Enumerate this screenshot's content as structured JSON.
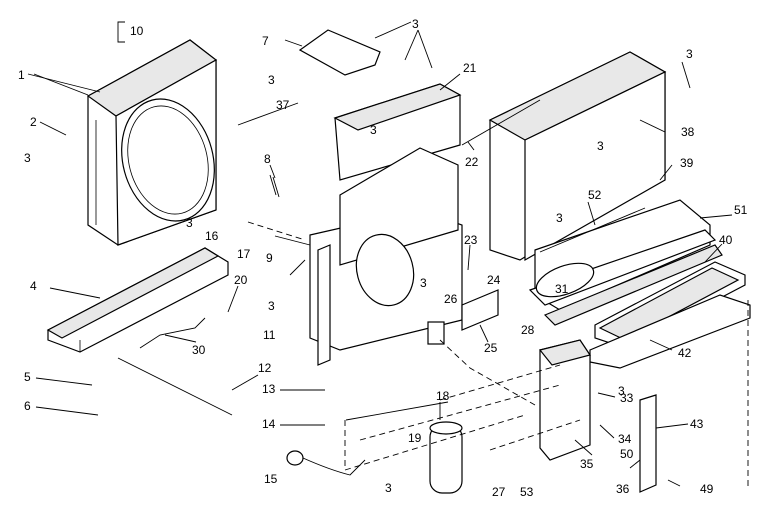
{
  "callouts": {
    "c1": "1",
    "c2": "2",
    "c3a": "3",
    "c3b": "3",
    "c3c": "3",
    "c3d": "3",
    "c3e": "3",
    "c3f": "3",
    "c3g": "3",
    "c3h": "3",
    "c3i": "3",
    "c3j": "3",
    "c3k": "3",
    "c3l": "3",
    "c4": "4",
    "c5": "5",
    "c6": "6",
    "c7": "7",
    "c8": "8",
    "c9": "9",
    "c10": "10",
    "c11": "11",
    "c12": "12",
    "c13": "13",
    "c14": "14",
    "c15": "15",
    "c16": "16",
    "c17": "17",
    "c18": "18",
    "c19": "19",
    "c20": "20",
    "c21": "21",
    "c22": "22",
    "c23": "23",
    "c24": "24",
    "c25": "25",
    "c26": "26",
    "c27": "27",
    "c28": "28",
    "c30": "30",
    "c31": "31",
    "c33": "33",
    "c34": "34",
    "c35": "35",
    "c36": "36",
    "c37": "37",
    "c38": "38",
    "c39": "39",
    "c40": "40",
    "c42": "42",
    "c43": "43",
    "c49": "49",
    "c50": "50",
    "c51": "51",
    "c52": "52",
    "c53": "53"
  },
  "colors": {
    "ink": "#000000",
    "paper": "#ffffff"
  }
}
